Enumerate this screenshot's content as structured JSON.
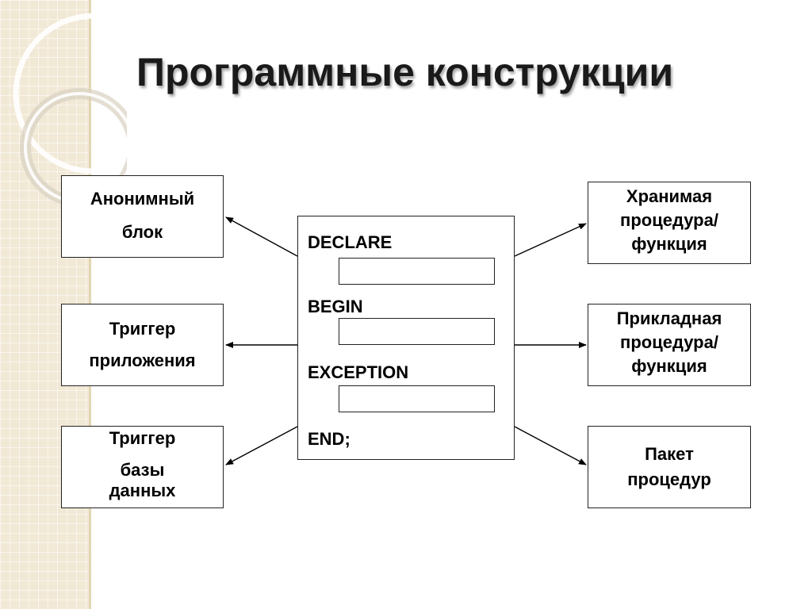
{
  "title": "Программные конструкции",
  "center": {
    "keywords": [
      "DECLARE",
      "BEGIN",
      "EXCEPTION",
      "END;"
    ]
  },
  "left_boxes": [
    {
      "lines": [
        "Анонимный",
        "блок"
      ]
    },
    {
      "lines": [
        "Триггер",
        "приложения"
      ]
    },
    {
      "lines": [
        "Триггер",
        "базы",
        "данных"
      ]
    }
  ],
  "right_boxes": [
    {
      "lines": [
        "Хранимая",
        "процедура/",
        "функция"
      ]
    },
    {
      "lines": [
        "Прикладная",
        "процедура/",
        "функция"
      ]
    },
    {
      "lines": [
        "Пакет",
        "процедур"
      ]
    }
  ]
}
